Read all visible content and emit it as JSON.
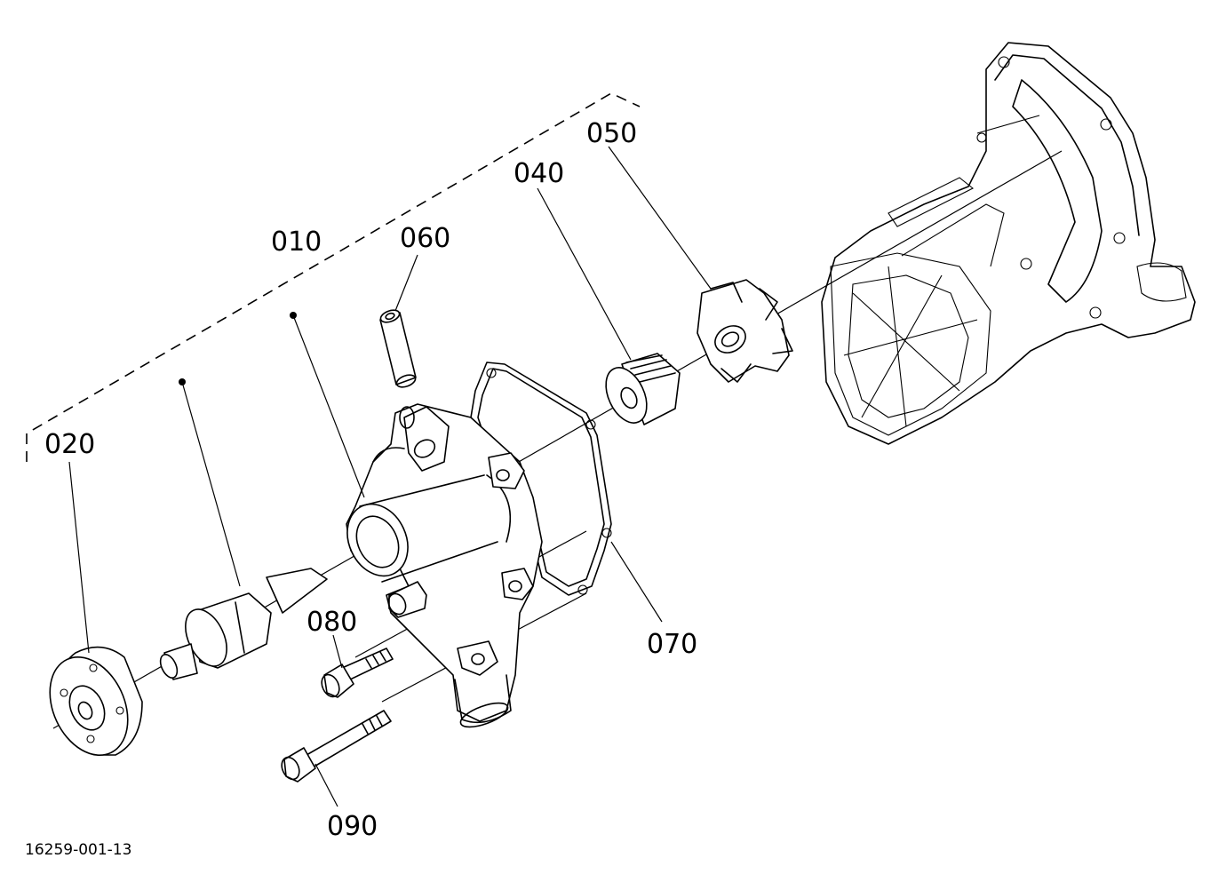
{
  "diagram": {
    "drawing_number": "16259-001-13",
    "callouts": {
      "c010": "010",
      "c020": "020",
      "c040": "040",
      "c050": "050",
      "c060": "060",
      "c070": "070",
      "c080": "080",
      "c090": "090"
    },
    "parts": [
      "water-pump-assembly",
      "hub",
      "shaft-bearing",
      "seal",
      "impeller",
      "pipe",
      "gasket",
      "bolt-short",
      "bolt-long",
      "engine-block"
    ],
    "colors": {
      "line": "#000000",
      "background": "#ffffff"
    }
  }
}
